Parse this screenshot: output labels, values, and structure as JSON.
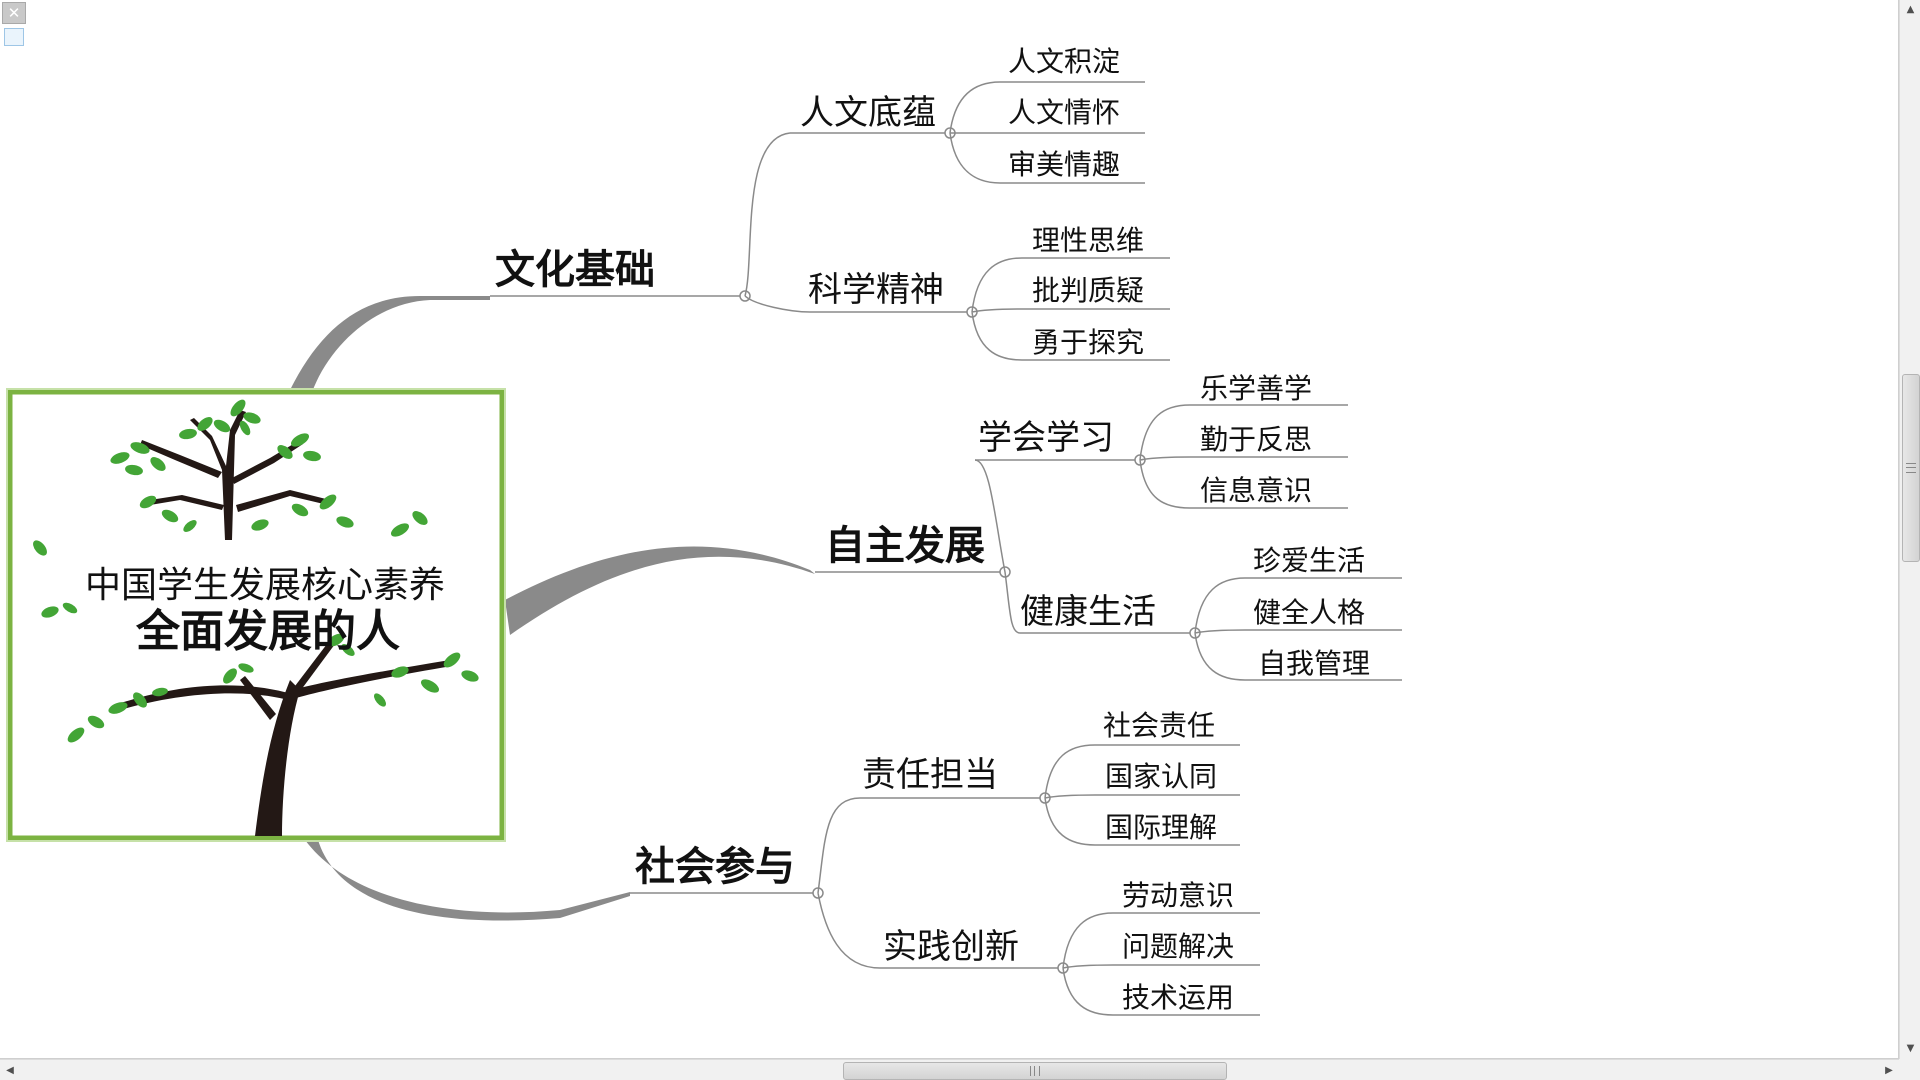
{
  "central": {
    "title": "中国学生发展核心素养",
    "subtitle": "全面发展的人",
    "frame_color": "#7cb342",
    "leaf_color": "#43a536",
    "trunk_color": "#231815"
  },
  "branch_color": "#8a8a8a",
  "map": {
    "branches": [
      {
        "label": "文化基础",
        "children": [
          {
            "label": "人文底蕴",
            "children": [
              {
                "label": "人文积淀"
              },
              {
                "label": "人文情怀"
              },
              {
                "label": "审美情趣"
              }
            ]
          },
          {
            "label": "科学精神",
            "children": [
              {
                "label": "理性思维"
              },
              {
                "label": "批判质疑"
              },
              {
                "label": "勇于探究"
              }
            ]
          }
        ]
      },
      {
        "label": "自主发展",
        "children": [
          {
            "label": "学会学习",
            "children": [
              {
                "label": "乐学善学"
              },
              {
                "label": "勤于反思"
              },
              {
                "label": "信息意识"
              }
            ]
          },
          {
            "label": "健康生活",
            "children": [
              {
                "label": "珍爱生活"
              },
              {
                "label": "健全人格"
              },
              {
                "label": "自我管理"
              }
            ]
          }
        ]
      },
      {
        "label": "社会参与",
        "children": [
          {
            "label": "责任担当",
            "children": [
              {
                "label": "社会责任"
              },
              {
                "label": "国家认同"
              },
              {
                "label": "国际理解"
              }
            ]
          },
          {
            "label": "实践创新",
            "children": [
              {
                "label": "劳动意识"
              },
              {
                "label": "问题解决"
              },
              {
                "label": "技术运用"
              }
            ]
          }
        ]
      }
    ]
  },
  "icons": {
    "close": "close-icon",
    "up": "arrow-up-icon",
    "down": "arrow-down-icon",
    "left": "arrow-left-icon",
    "right": "arrow-right-icon"
  }
}
